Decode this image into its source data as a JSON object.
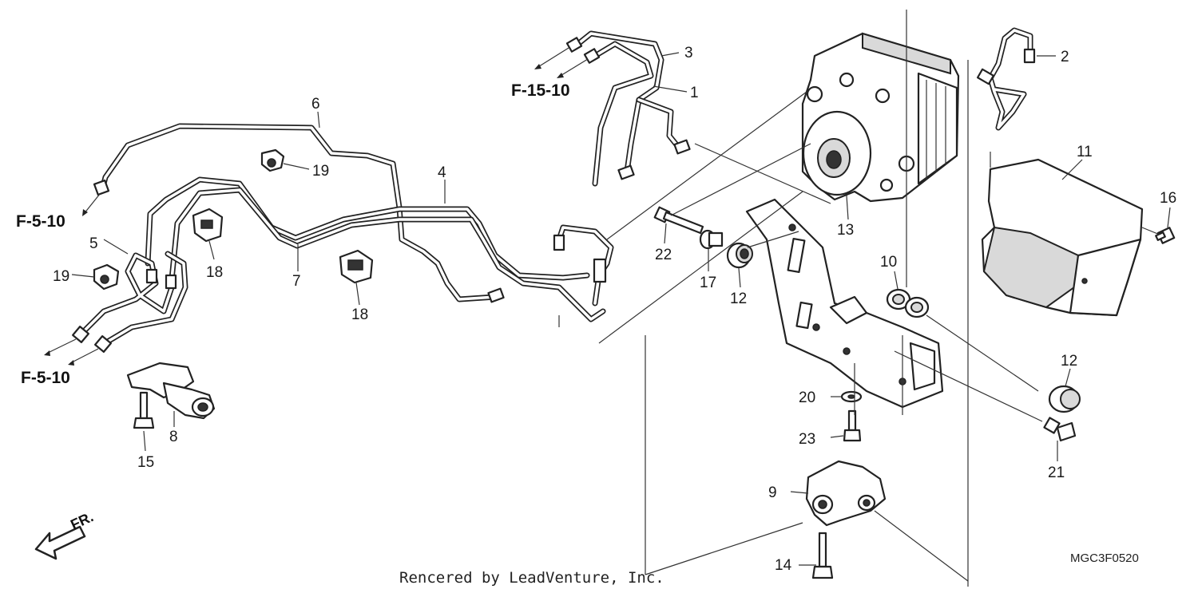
{
  "diagram": {
    "callouts": [
      {
        "id": "c1",
        "text": "1"
      },
      {
        "id": "c2",
        "text": "2"
      },
      {
        "id": "c3",
        "text": "3"
      },
      {
        "id": "c4",
        "text": "4"
      },
      {
        "id": "c5",
        "text": "5"
      },
      {
        "id": "c6",
        "text": "6"
      },
      {
        "id": "c7",
        "text": "7"
      },
      {
        "id": "c8",
        "text": "8"
      },
      {
        "id": "c9",
        "text": "9"
      },
      {
        "id": "c10",
        "text": "10"
      },
      {
        "id": "c11",
        "text": "11"
      },
      {
        "id": "c12a",
        "text": "12"
      },
      {
        "id": "c12b",
        "text": "12"
      },
      {
        "id": "c13",
        "text": "13"
      },
      {
        "id": "c14",
        "text": "14"
      },
      {
        "id": "c15",
        "text": "15"
      },
      {
        "id": "c16",
        "text": "16"
      },
      {
        "id": "c17",
        "text": "17"
      },
      {
        "id": "c18a",
        "text": "18"
      },
      {
        "id": "c18b",
        "text": "18"
      },
      {
        "id": "c19a",
        "text": "19"
      },
      {
        "id": "c19b",
        "text": "19"
      },
      {
        "id": "c20",
        "text": "20"
      },
      {
        "id": "c21",
        "text": "21"
      },
      {
        "id": "c22",
        "text": "22"
      },
      {
        "id": "c23",
        "text": "23"
      }
    ],
    "references": {
      "top": "F-15-10",
      "left_upper": "F-5-10",
      "left_lower": "F-5-10"
    },
    "front_label": "FR.",
    "credit": "Rencered by LeadVenture, Inc.",
    "drawing_code": "MGC3F0520"
  }
}
